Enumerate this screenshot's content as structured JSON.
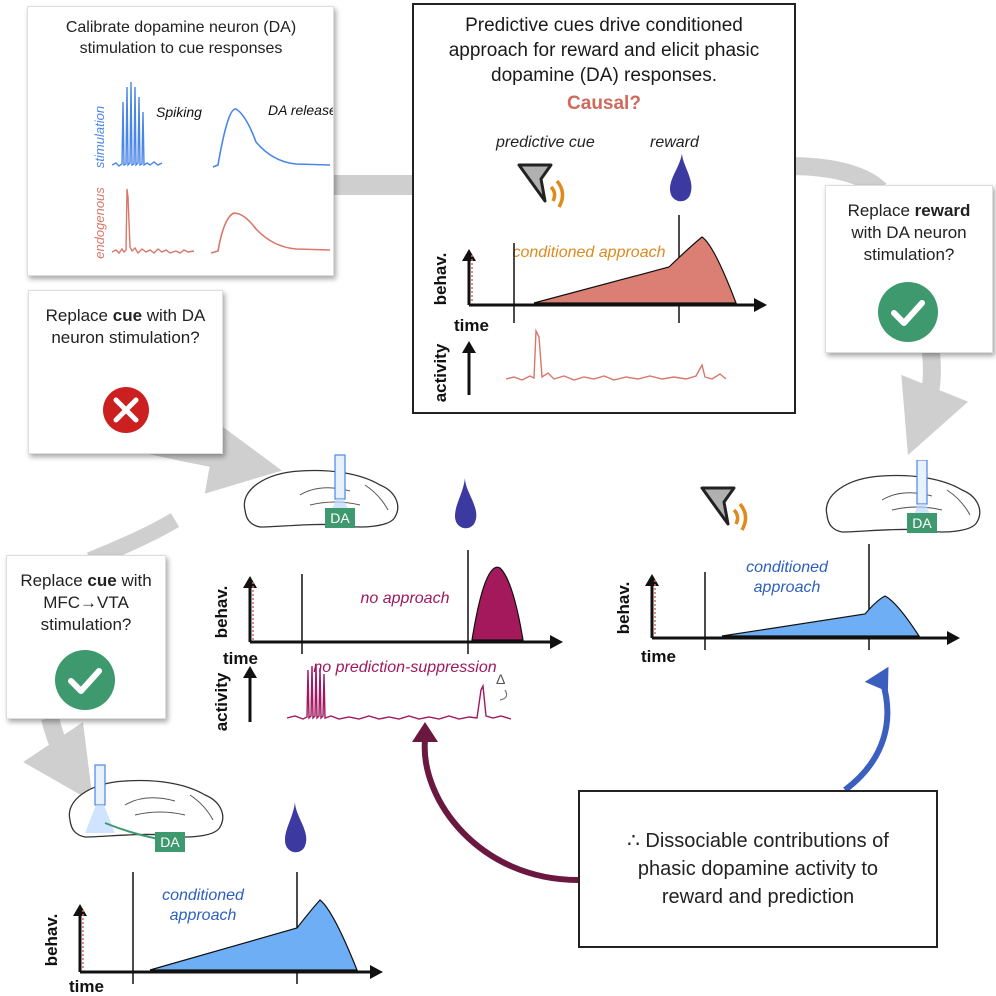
{
  "calibrate": {
    "title": "Calibrate dopamine neuron (DA) stimulation to cue responses",
    "row_top_label": "stimulation",
    "row_bottom_label": "endogenous",
    "col_left_label": "Spiking",
    "col_right_label": "DA release"
  },
  "main_box": {
    "title": "Predictive cues drive conditioned approach for reward and elicit phasic dopamine (DA) responses.",
    "causal": "Causal?",
    "cue_label": "predictive cue",
    "reward_label": "reward",
    "approach_label": "conditioned approach",
    "y_behav": "behav.",
    "x_time": "time",
    "y_activity": "activity"
  },
  "q_cue_da": {
    "pre": "Replace ",
    "bold": "cue",
    "post": " with DA neuron stimulation?",
    "answer": "no"
  },
  "q_reward_da": {
    "pre": "Replace ",
    "bold": "reward",
    "post": " with DA neuron stimulation?",
    "answer": "yes"
  },
  "q_cue_mfc": {
    "pre": "Replace ",
    "bold": "cue",
    "post": " with MFC→VTA stimulation?",
    "answer": "yes"
  },
  "panel_middle": {
    "da_label": "DA",
    "behav_label": "no approach",
    "activity_label": "no prediction-suppression",
    "delta": "Δ",
    "y_behav": "behav.",
    "x_time": "time",
    "y_activity": "activity"
  },
  "panel_right": {
    "da_label": "DA",
    "approach_label": "conditioned approach",
    "y_behav": "behav.",
    "x_time": "time"
  },
  "panel_bottom": {
    "da_label": "DA",
    "approach_label": "conditioned approach",
    "y_behav": "behav.",
    "x_time": "time"
  },
  "conclusion": "∴ Dissociable contributions of phasic dopamine activity to reward and prediction",
  "colors": {
    "stim_blue": "#4a86e8",
    "endo_red": "#d9776a",
    "salmon_fill": "#db7f74",
    "magenta": "#a0185f",
    "magenta_fill": "#a3195b",
    "blue_fill": "#6eaef5",
    "check_green": "#3e9a6e",
    "x_red": "#cc2020",
    "orange": "#de8a1d",
    "drop_blue": "#3c3aa0",
    "arrow_gray": "#d0d0d0",
    "arrow_blue": "#3b5fbf",
    "arrow_plum": "#6b1840"
  }
}
